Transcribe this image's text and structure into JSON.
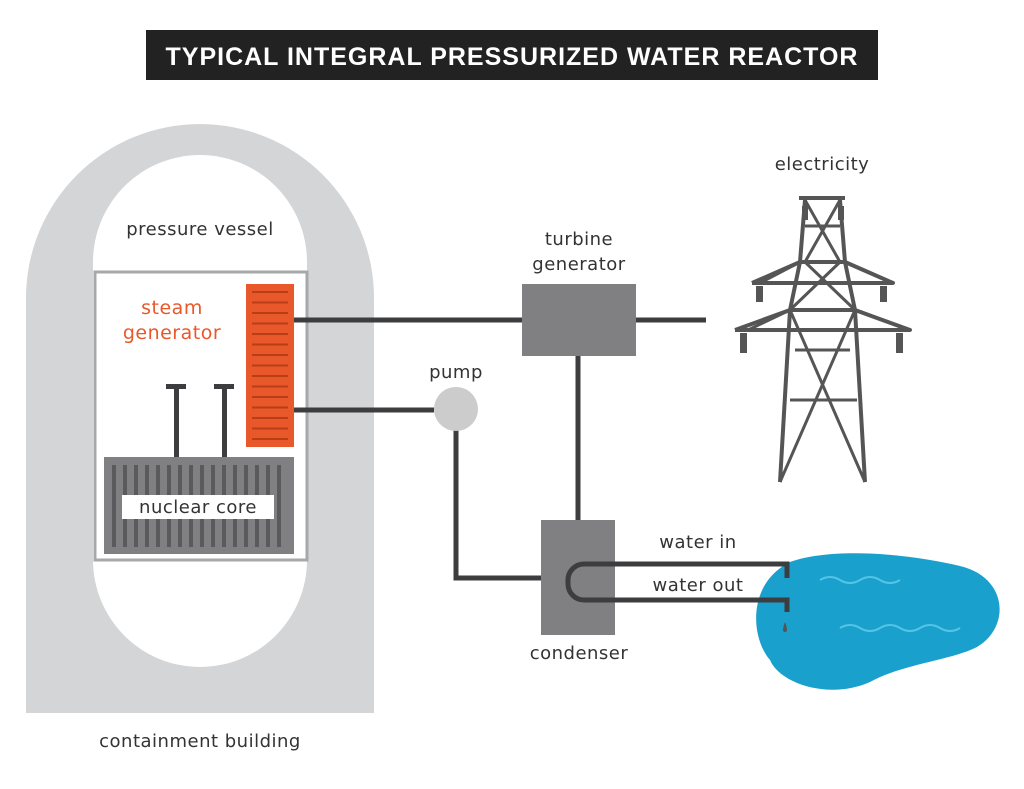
{
  "title": "TYPICAL INTEGRAL PRESSURIZED WATER REACTOR",
  "labels": {
    "pressure_vessel": "pressure vessel",
    "steam_line1": "steam",
    "steam_line2": "generator",
    "nuclear_core": "nuclear core",
    "pump": "pump",
    "turbine_line1": "turbine",
    "turbine_line2": "generator",
    "electricity": "electricity",
    "water_in": "water in",
    "water_out": "water out",
    "condenser": "condenser",
    "containment_building": "containment building"
  },
  "colors": {
    "title_bg": "#222222",
    "containment": "#d4d5d6",
    "vessel_fill": "#ffffff",
    "component_gray": "#808083",
    "pipe": "#3d3d3f",
    "steam_generator": "#e8582a",
    "pump": "#cccccc",
    "water": "#1aa0cc",
    "tower": "#555555"
  },
  "icons": {
    "tower": "transmission-tower-icon",
    "water": "water-pond-icon"
  }
}
